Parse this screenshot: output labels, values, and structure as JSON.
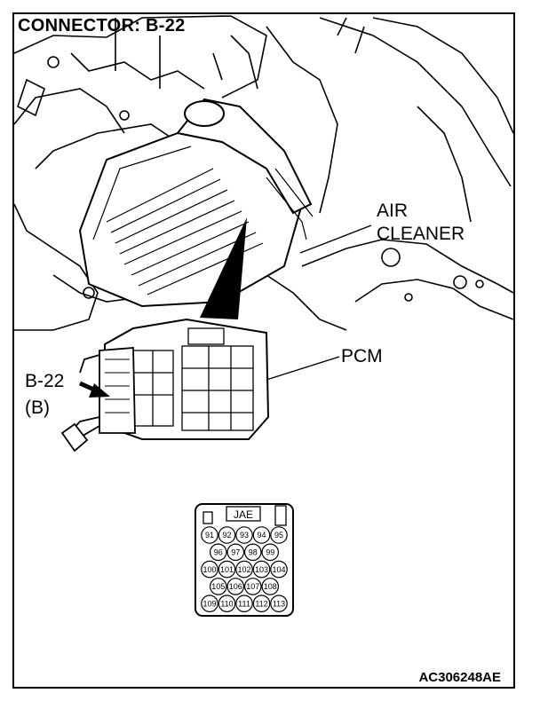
{
  "title": "CONNECTOR: B-22",
  "labels": {
    "air_cleaner_line1": "AIR",
    "air_cleaner_line2": "CLEANER",
    "pcm": "PCM",
    "connector_id": "B-22",
    "connector_color": "(B)"
  },
  "connector_face": {
    "maker": "JAE",
    "rows": [
      [
        "91",
        "92",
        "93",
        "94",
        "95"
      ],
      [
        "96",
        "97",
        "98",
        "99"
      ],
      [
        "100",
        "101",
        "102",
        "103",
        "104"
      ],
      [
        "105",
        "106",
        "107",
        "108"
      ],
      [
        "109",
        "110",
        "111",
        "112",
        "113"
      ]
    ]
  },
  "figure_code": "AC306248AE"
}
